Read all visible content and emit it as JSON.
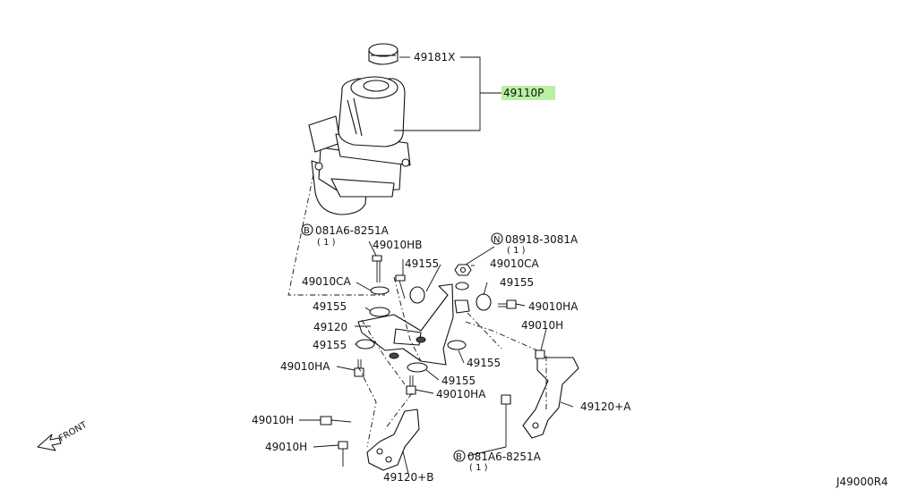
{
  "callouts": {
    "reservoir_cap": "49181X",
    "pump_assembly": "49110P",
    "bolt_top_b": "081A6-8251A",
    "bolt_top_b_qty": "( 1 )",
    "nut_n": "08918-3081A",
    "nut_n_qty": "( 1 )",
    "bolt_hb": "49010HB",
    "insulator_1": "49155",
    "washer_ca_left": "49010CA",
    "washer_ca_right": "49010CA",
    "insulator_2": "49155",
    "insulator_right": "49155",
    "bolt_ha_right": "49010HA",
    "bracket_main": "49120",
    "insulator_3": "49155",
    "bolt_ha_left": "49010HA",
    "insulator_lower_right": "49155",
    "insulator_lower": "49155",
    "bolt_ha_lower": "49010HA",
    "bolt_h_right": "49010H",
    "bracket_a": "49120+A",
    "bolt_h_1": "49010H",
    "bolt_h_2": "49010H",
    "bolt_bottom_b": "081A6-8251A",
    "bolt_bottom_b_qty": "( 1 )",
    "bracket_b": "49120+B"
  },
  "symbols": {
    "b_marker": "B",
    "n_marker": "N"
  },
  "front_indicator": {
    "label": "FRONT",
    "icon": "arrow-icon"
  },
  "diagram_id": "J49000R4",
  "colors": {
    "highlight": "#b9f0a3",
    "line": "#111111"
  }
}
